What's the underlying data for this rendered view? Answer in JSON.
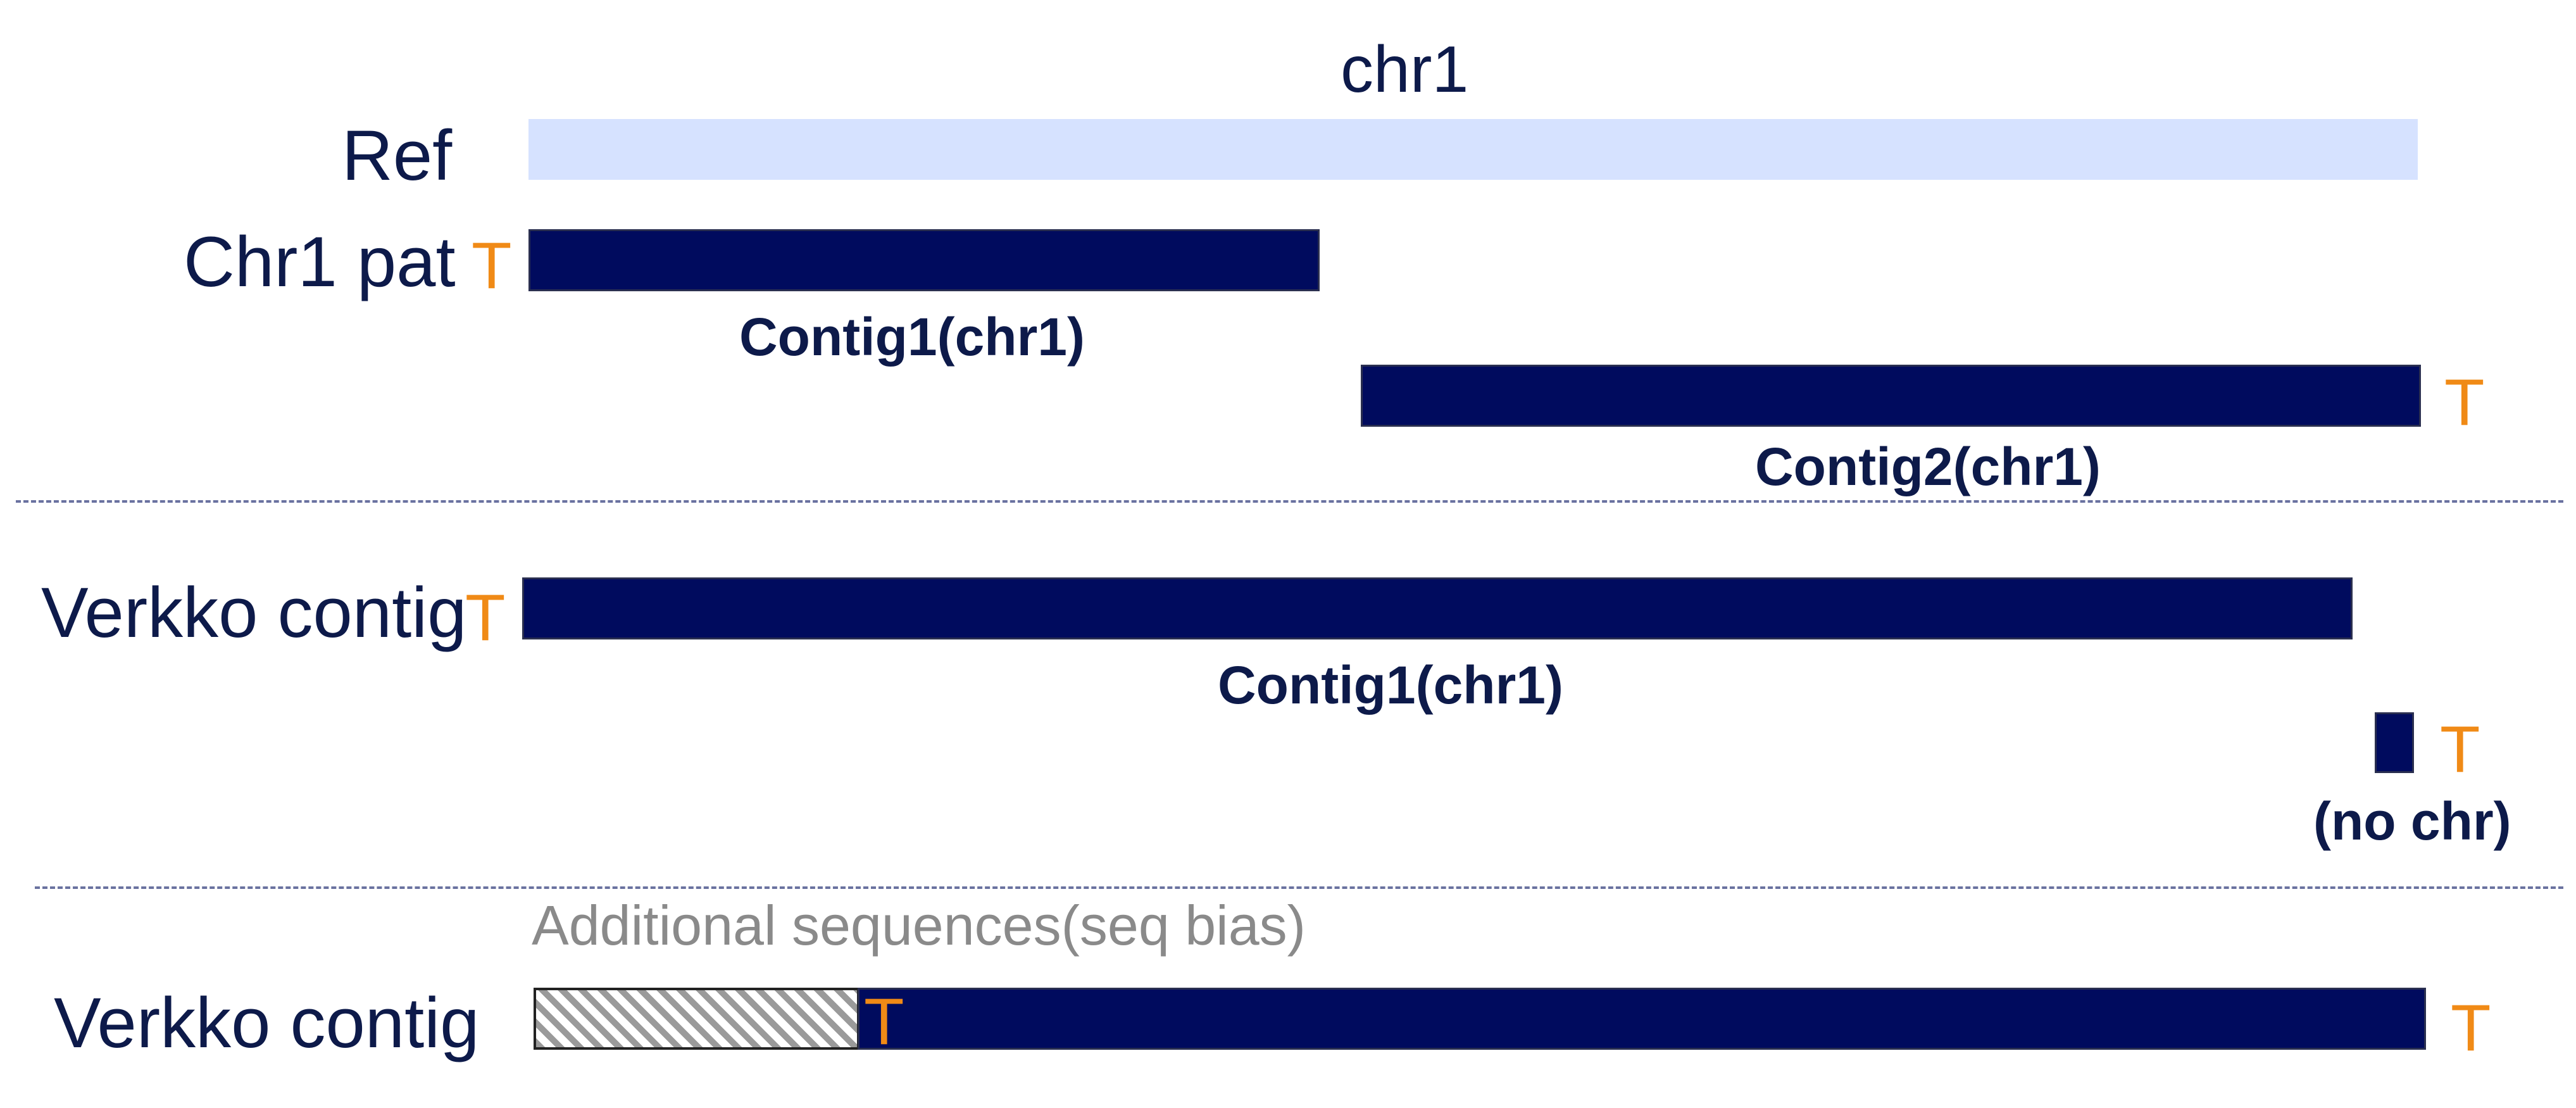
{
  "header": {
    "chromosome": "chr1"
  },
  "rows": {
    "ref": {
      "label": "Ref"
    },
    "pat": {
      "label": "Chr1 pat",
      "telomere": "T",
      "contig1_label": "Contig1(chr1)",
      "contig2_label": "Contig2(chr1)",
      "contig2_telomere": "T"
    },
    "verkko1": {
      "label": "Verkko contig",
      "telomere": "T",
      "contig1_label": "Contig1(chr1)",
      "small_contig_telomere": "T",
      "small_contig_label": "(no chr)"
    },
    "verkko2": {
      "label": "Verkko contig",
      "note": "Additional sequences(seq bias)",
      "inner_telomere": "T",
      "end_telomere": "T"
    }
  },
  "colors": {
    "contig": "#000b5e",
    "reference": "#d6e2ff",
    "telomere": "#f08a16",
    "text": "#0d1a4a",
    "note": "#8a8a8a"
  }
}
